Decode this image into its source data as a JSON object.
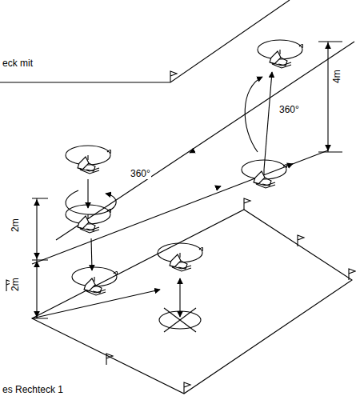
{
  "diagram": {
    "labels": [
      "eck mit",
      "4m",
      "360°",
      "360°",
      "2m",
      "2m",
      "es Rechteck 1"
    ]
  }
}
